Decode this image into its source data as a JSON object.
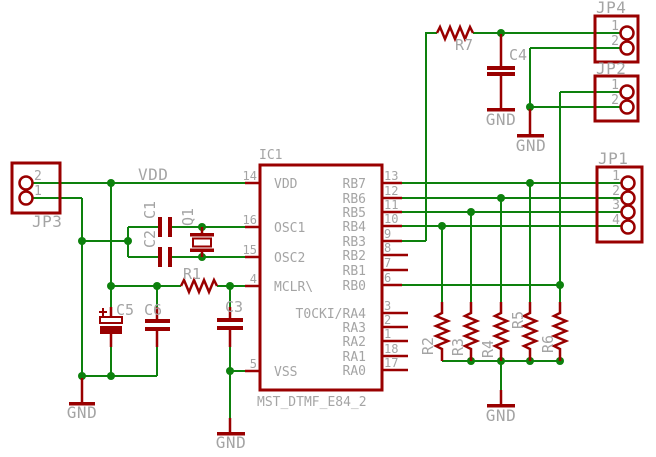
{
  "colors": {
    "background": "#ffffff",
    "wire": "#0d810d",
    "symbol": "#990000",
    "text": "#a4a4a4"
  },
  "labels": {
    "vdd": "VDD",
    "gnd": "GND"
  },
  "ic": {
    "refdes": "IC1",
    "value": "MST_DTMF_E84_2",
    "left_pins": [
      {
        "number": "14",
        "name": "VDD"
      },
      {
        "number": "16",
        "name": "OSC1"
      },
      {
        "number": "15",
        "name": "OSC2"
      },
      {
        "number": "4",
        "name": "MCLR\\"
      },
      {
        "number": "5",
        "name": "VSS"
      }
    ],
    "right_pins": [
      {
        "number": "13",
        "name": "RB7"
      },
      {
        "number": "12",
        "name": "RB6"
      },
      {
        "number": "11",
        "name": "RB5"
      },
      {
        "number": "10",
        "name": "RB4"
      },
      {
        "number": "9",
        "name": "RB3"
      },
      {
        "number": "8",
        "name": "RB2"
      },
      {
        "number": "7",
        "name": "RB1"
      },
      {
        "number": "6",
        "name": "RB0"
      },
      {
        "number": "3",
        "name": "T0CKI/RA4"
      },
      {
        "number": "2",
        "name": "RA3"
      },
      {
        "number": "1",
        "name": "RA2"
      },
      {
        "number": "18",
        "name": "RA1"
      },
      {
        "number": "17",
        "name": "RA0"
      }
    ]
  },
  "connectors": {
    "jp4": {
      "label": "JP4",
      "pins": {
        "p1": "1",
        "p2": "2"
      }
    },
    "jp2": {
      "label": "JP2",
      "pins": {
        "p1": "1",
        "p2": "2"
      }
    },
    "jp1": {
      "label": "JP1",
      "pins": {
        "p1": "1",
        "p2": "2",
        "p3": "3",
        "p4": "4"
      }
    },
    "jp3": {
      "label": "JP3",
      "pins": {
        "p1": "1",
        "p2": "2"
      }
    }
  },
  "resistors": {
    "r1": "R1",
    "r2": "R2",
    "r3": "R3",
    "r4": "R4",
    "r5": "R5",
    "r6": "R6",
    "r7": "R7"
  },
  "capacitors": {
    "c1": "C1",
    "c2": "C2",
    "c3": "C3",
    "c4": "C4",
    "c5": "C5",
    "c6": "C6"
  },
  "crystal": {
    "q1": "Q1"
  }
}
